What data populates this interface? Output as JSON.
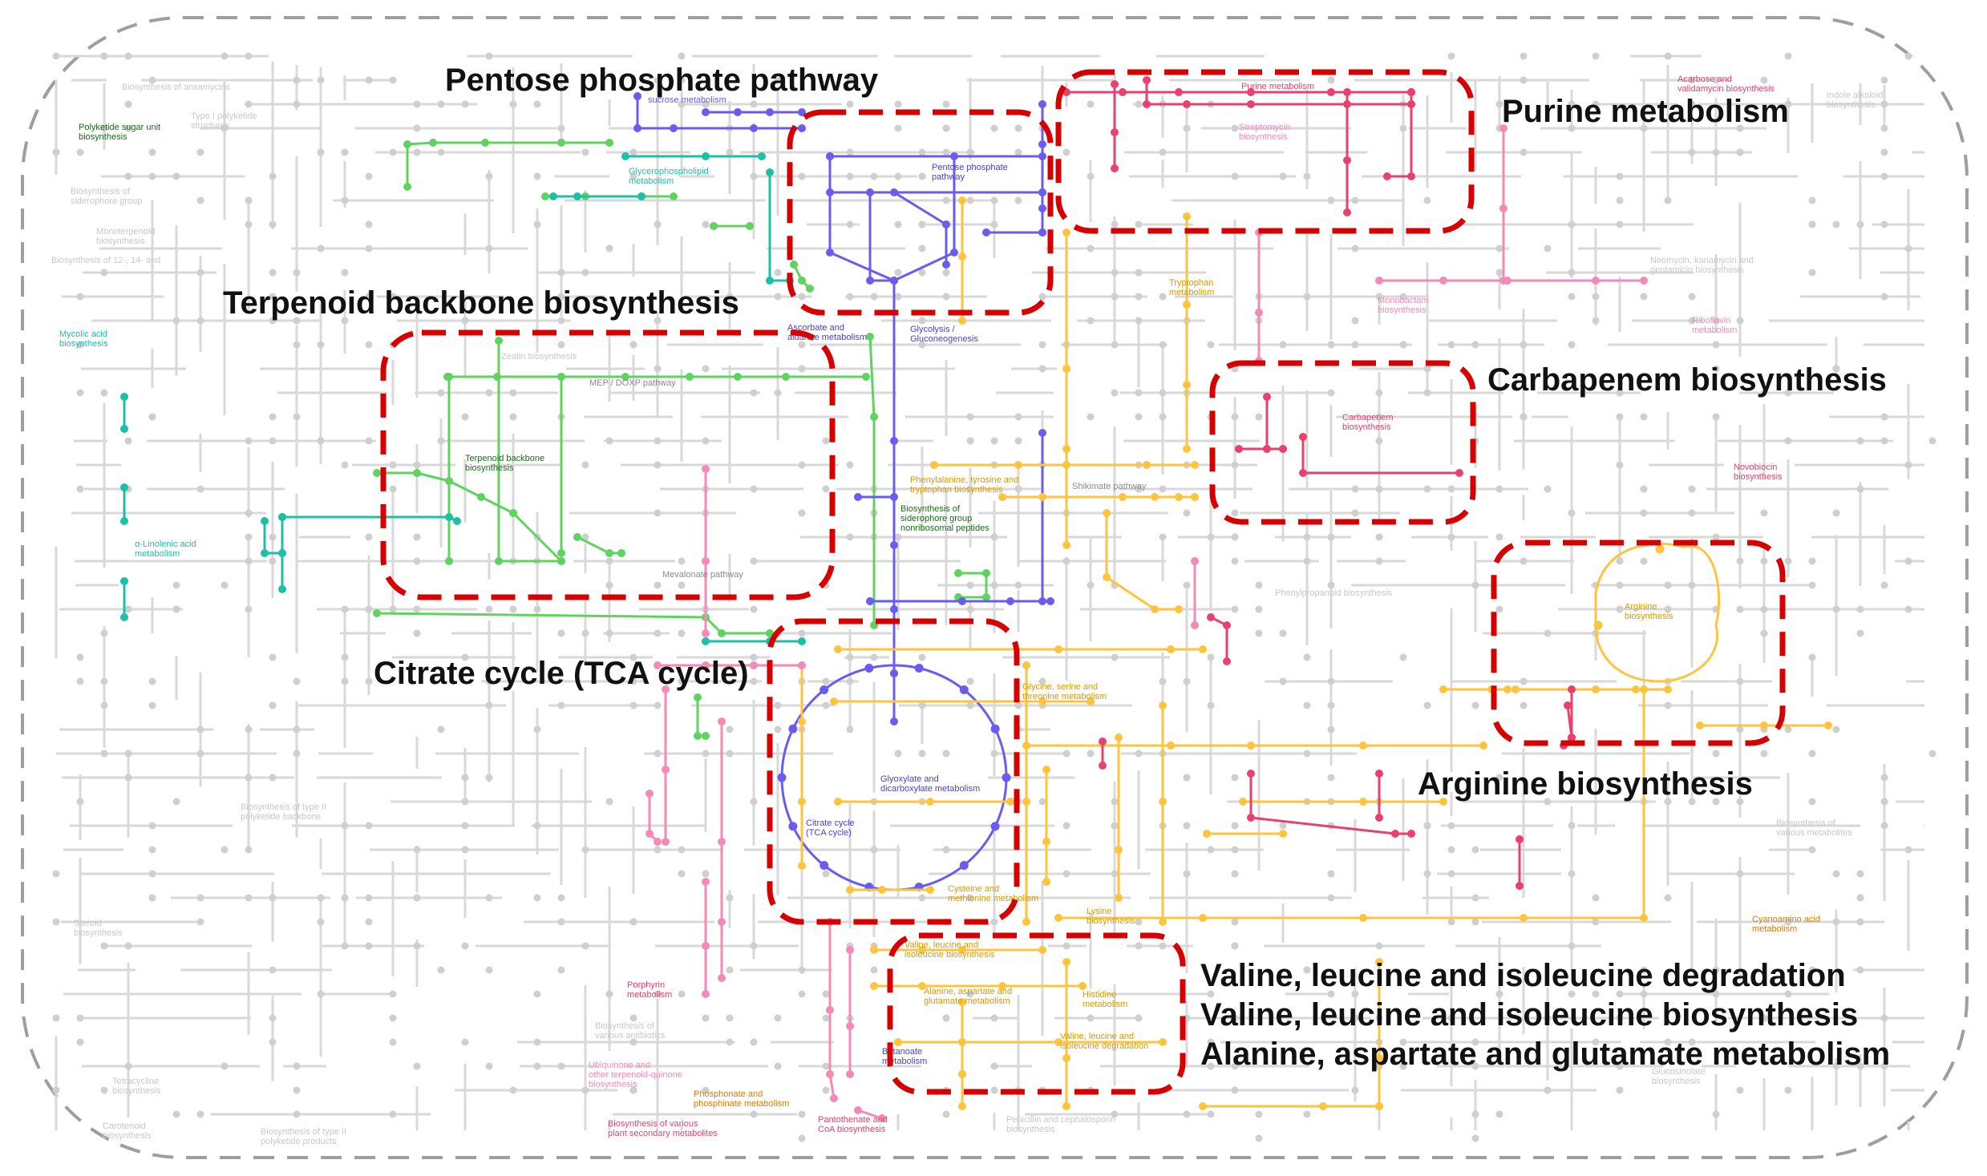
{
  "colors": {
    "frame": "#9e9e9e",
    "highlight_box": "#d60000",
    "background_pathway": "#d9d9d9",
    "green": "#5fd35f",
    "teal": "#1fbfa6",
    "blue_violet": "#6a5cf0",
    "orange": "#ffc43d",
    "pink": "#f58ab8",
    "magenta": "#e8416e",
    "dark_green": "#1b6b1b"
  },
  "callouts": {
    "pentose": "Pentose phosphate pathway",
    "purine": "Purine metabolism",
    "terpenoid": "Terpenoid backbone biosynthesis",
    "carbapenem": "Carbapenem biosynthesis",
    "tca": "Citrate cycle (TCA cycle)",
    "arginine": "Arginine biosynthesis",
    "val_deg": "Valine, leucine and isoleucine degradation",
    "val_bio": "Valine, leucine and isoleucine biosynthesis",
    "ala": "Alanine, aspartate and glutamate metabolism"
  },
  "map_labels": {
    "polyketide_sugar_1": "Polyketide sugar unit",
    "polyketide_sugar_2": "biosynthesis",
    "sucrose": "sucrose metabolism",
    "glycerophospholipid_1": "Glycerophospholipid",
    "glycerophospholipid_2": "metabolism",
    "pentose_1": "Pentose phosphate",
    "pentose_2": "pathway",
    "purine": "Purine metabolism",
    "streptomycin_1": "Streptomycin",
    "streptomycin_2": "biosynthesis",
    "acarbose_1": "Acarbose and",
    "acarbose_2": "validamycin biosynthesis",
    "mycolic_1": "Mycolic acid",
    "mycolic_2": "biosynthesis",
    "tryptophan_1": "Tryptophan",
    "tryptophan_2": "metabolism",
    "monobactam_1": "Monobactam",
    "monobactam_2": "biosynthesis",
    "riboflavin_1": "Riboflavin",
    "riboflavin_2": "metabolism",
    "ascorbate_1": "Ascorbate and",
    "ascorbate_2": "aldarate metabolism",
    "glycolysis_1": "Glycolysis /",
    "glycolysis_2": "Gluconeogenesis",
    "mep": "MEP / DOXP pathway",
    "carbapenem_1": "Carbapenem",
    "carbapenem_2": "biosynthesis",
    "terpenoid_1": "Terpenoid backbone",
    "terpenoid_2": "biosynthesis",
    "phe_1": "Phenylalanine, tyrosine and",
    "phe_2": "tryptophan biosynthesis",
    "shikimate": "Shikimate pathway",
    "novobiocin_1": "Novobiocin",
    "novobiocin_2": "biosynthesis",
    "linolenic_1": "α-Linolenic acid",
    "linolenic_2": "metabolism",
    "siderophore_1": "Biosynthesis of",
    "siderophore_2": "siderophore group",
    "siderophore_3": "nonribosomal peptides",
    "mevalonate": "Mevalonate pathway",
    "arginine_1": "Arginine",
    "arginine_2": "biosynthesis",
    "glycine_1": "Glycine, serine and",
    "glycine_2": "threonine metabolism",
    "glyoxylate_1": "Glyoxylate and",
    "glyoxylate_2": "dicarboxylate metabolism",
    "citrate_1": "Citrate cycle",
    "citrate_2": "(TCA cycle)",
    "cysteine_1": "Cysteine and",
    "cysteine_2": "methionine metabolism",
    "lysine_1": "Lysine",
    "lysine_2": "biosynthesis",
    "cyanoamino_1": "Cyanoamino acid",
    "cyanoamino_2": "metabolism",
    "valbio_1": "Valine, leucine and",
    "valbio_2": "isoleucine biosynthesis",
    "alanine_1": "Alanine, aspartate and",
    "alanine_2": "glutamate metabolism",
    "histidine_1": "Histidine",
    "histidine_2": "metabolism",
    "porphyrin_1": "Porphyrin",
    "porphyrin_2": "metabolism",
    "valdeg_1": "Valine, leucine and",
    "valdeg_2": "isoleucine degradation",
    "butanoate_1": "Butanoate",
    "butanoate_2": "metabolism",
    "ubiquinone_1": "Ubiquinone and",
    "ubiquinone_2": "other terpenoid-quinone",
    "ubiquinone_3": "biosynthesis",
    "phosphonate_1": "Phosphonate and",
    "phosphonate_2": "phosphinate metabolism",
    "pantothenate_1": "Pantothenate and",
    "pantothenate_2": "CoA biosynthesis",
    "variousplant_1": "Biosynthesis of various",
    "variousplant_2": "plant secondary metabolites"
  },
  "faded_labels": {
    "ansamycins": "Biosynthesis of ansamycins",
    "polyketide_1": "Type I polyketide",
    "polyketide_2": "structures",
    "siderophore_bg_1": "Biosynthesis of",
    "siderophore_bg_2": "siderophore group",
    "monoterpenoid_1": "Monoterpenoid",
    "monoterpenoid_2": "biosynthesis",
    "biosynthesis_12_14": "Biosynthesis of 12-, 14- and",
    "zeatin": "Zeatin biosynthesis",
    "type2_1": "Biosynthesis of type II",
    "type2_2": "polyketide backbone",
    "steroid_1": "Steroid",
    "steroid_2": "biosynthesis",
    "tetracycline_1": "Tetracycline",
    "tetracycline_2": "biosynthesis",
    "carotenoid_1": "Carotenoid",
    "carotenoid_2": "biosynthesis",
    "type2_products_1": "Biosynthesis of type II",
    "type2_products_2": "polyketide products",
    "penicillin_1": "Penicillin and cephalosporin",
    "penicillin_2": "biosynthesis",
    "various_antibiotics_1": "Biosynthesis of",
    "various_antibiotics_2": "various antibiotics",
    "indole_1": "Indole alkaloid",
    "indole_2": "biosynthesis",
    "neomycin_1": "Neomycin, kanamycin and",
    "neomycin_2": "gentamicin biosynthesis",
    "phenylpropanoid": "Phenylpropanoid biosynthesis",
    "various_secondary_1": "Biosynthesis of",
    "various_secondary_2": "various metabolites",
    "glucosinolate_1": "Glucosinolate",
    "glucosinolate_2": "biosynthesis"
  }
}
